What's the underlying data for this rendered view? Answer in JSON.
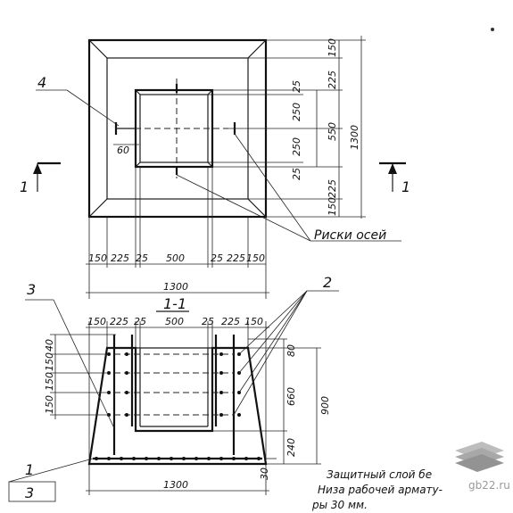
{
  "plan": {
    "dims_bottom": [
      "150",
      "225",
      "25",
      "500",
      "25",
      "225",
      "150"
    ],
    "dim_total_bottom": "1300",
    "dims_right": [
      "150",
      "225",
      "25",
      "250",
      "250",
      "25",
      "225",
      "150"
    ],
    "dim_sub_right": "550",
    "dim_total_right": "1300",
    "label_60": "60",
    "callout_4": "4",
    "section_marker": "1",
    "axis_marks_label": "Риски осей"
  },
  "section": {
    "title": "1-1",
    "dims_top": [
      "150",
      "225",
      "25",
      "500",
      "25",
      "225",
      "150"
    ],
    "dims_left": [
      "40",
      "150",
      "150",
      "150"
    ],
    "dims_right": [
      "80",
      "660",
      "240"
    ],
    "dim_total_right": "900",
    "dim_30": "30",
    "dim_total_bottom": "1300",
    "callout_2": "2",
    "callout_3": "3",
    "stamp_top": "1",
    "stamp_bottom": "3",
    "note_lines": [
      "Защитный слой бе",
      "Низа рабочей армату-",
      "ры 30 мм."
    ]
  },
  "watermark": "gb22.ru"
}
